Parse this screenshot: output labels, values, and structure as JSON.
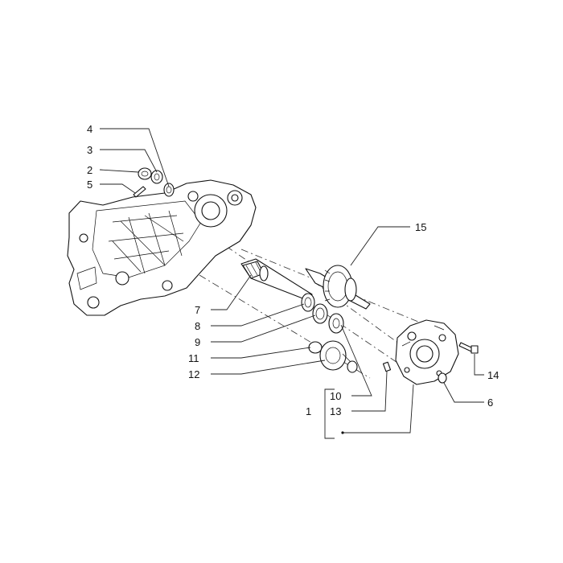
{
  "callouts": {
    "c1": "1",
    "c2": "2",
    "c3": "3",
    "c4": "4",
    "c5": "5",
    "c6": "6",
    "c7": "7",
    "c8": "8",
    "c9": "9",
    "c10": "10",
    "c11": "11",
    "c12": "12",
    "c13": "13",
    "c14": "14",
    "c15": "15"
  },
  "icons": {
    "crankcase": "crankcase-half-icon",
    "cover": "transmission-cover-icon"
  },
  "colors": {
    "ink": "#111111",
    "paper": "#ffffff"
  }
}
